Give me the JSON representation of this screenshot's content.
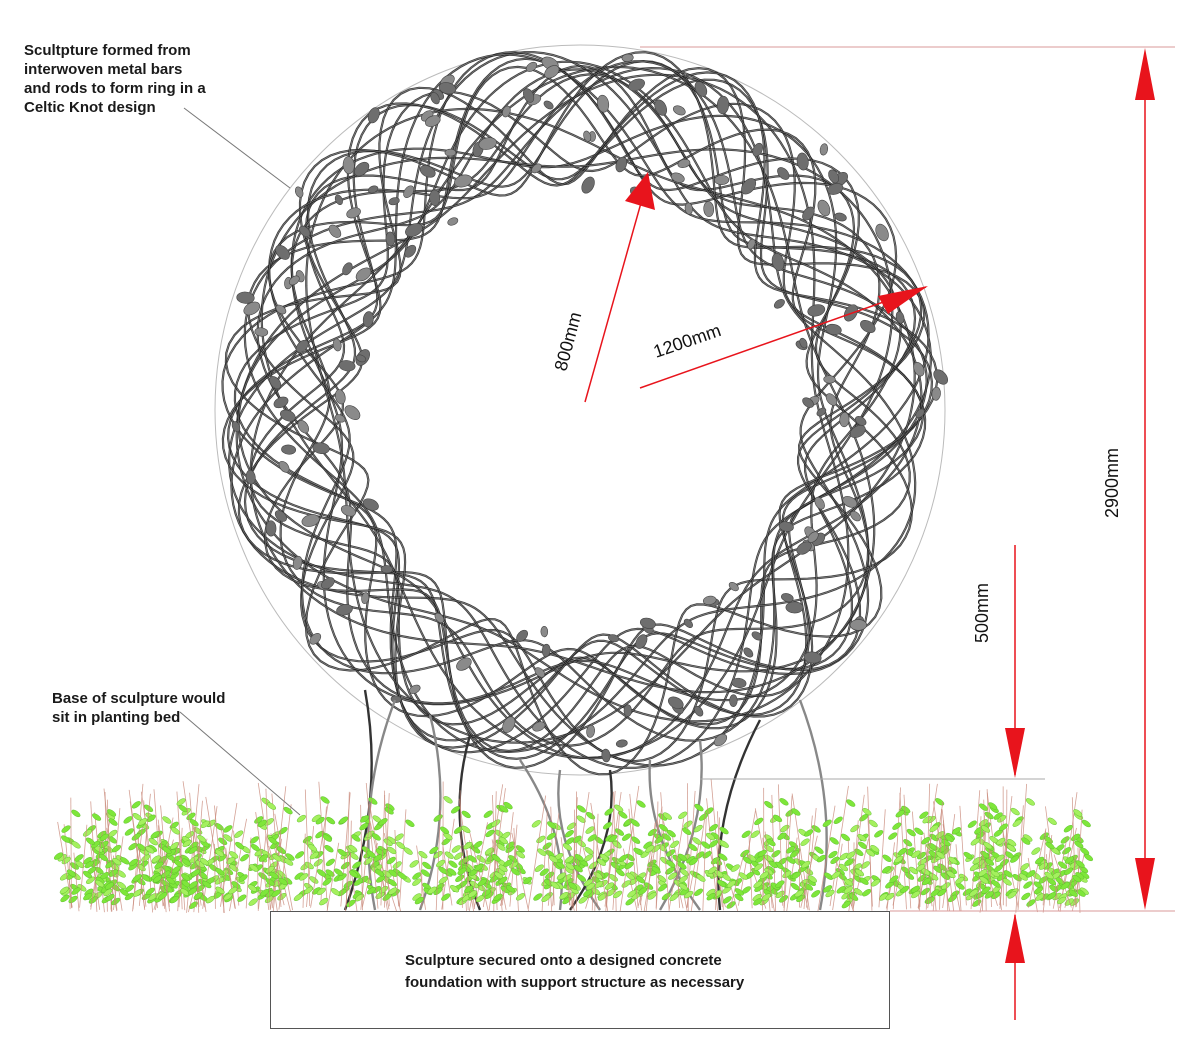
{
  "annotations": {
    "sculpture_note": "Scultpture formed from\ninterwoven metal bars\nand rods to form ring in a\nCeltic Knot design",
    "base_note": "Base of sculpture would\nsit in planting bed",
    "foundation_note": "Sculpture secured onto a designed concrete\nfoundation with support structure as necessary"
  },
  "dimensions": {
    "inner_radius": "800mm",
    "outer_radius": "1200mm",
    "clearance": "500mm",
    "total_height": "2900mm"
  },
  "colors": {
    "dimension": "#e8141c",
    "ring": "#1f1f1f",
    "leaf": "#6e6e6e",
    "plant": "#7ee63a",
    "plant_stem": "#c98a7a"
  }
}
